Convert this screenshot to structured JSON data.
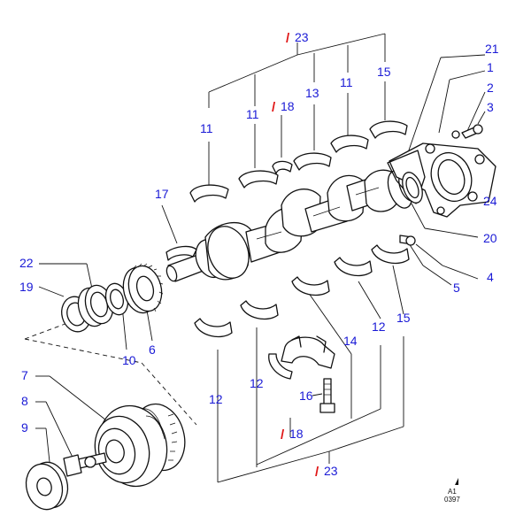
{
  "callouts": {
    "c1": "1",
    "c2": "2",
    "c3": "3",
    "c4": "4",
    "c5": "5",
    "c6": "6",
    "c7": "7",
    "c8": "8",
    "c9": "9",
    "c10": "10",
    "c11a": "11",
    "c11b": "11",
    "c11c": "11",
    "c12a": "12",
    "c12b": "12",
    "c12c": "12",
    "c13": "13",
    "c14": "14",
    "c15a": "15",
    "c15b": "15",
    "c16": "16",
    "c17": "17",
    "c18a": "18",
    "c18b": "18",
    "c19": "19",
    "c20": "20",
    "c21": "21",
    "c22": "22",
    "c23a": "23",
    "c23b": "23",
    "c24": "24"
  },
  "reference_mark": "/",
  "reference_code": {
    "line1": "A1",
    "line2": "0397"
  },
  "colors": {
    "callout_text": "#1a1ad6",
    "reference_mark": "#e01515",
    "line_art": "#111111",
    "background": "#ffffff"
  }
}
